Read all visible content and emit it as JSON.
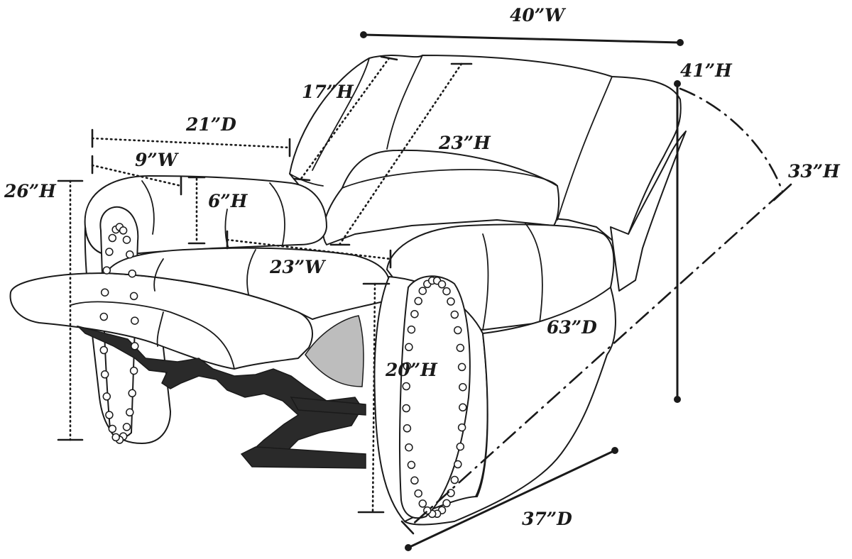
{
  "diagram": {
    "subject": "recliner-chair",
    "dimensions": [
      {
        "key": "overall_width",
        "text": "40”W"
      },
      {
        "key": "overall_height",
        "text": "41”H"
      },
      {
        "key": "reclined_height",
        "text": "33”H"
      },
      {
        "key": "reclined_depth",
        "text": "63”D"
      },
      {
        "key": "overall_depth",
        "text": "37”D"
      },
      {
        "key": "headrest_height",
        "text": "17”H"
      },
      {
        "key": "seat_back_height",
        "text": "23”H"
      },
      {
        "key": "arm_depth",
        "text": "21”D"
      },
      {
        "key": "arm_width",
        "text": "9”W"
      },
      {
        "key": "arm_height",
        "text": "6”H"
      },
      {
        "key": "arm_floor_height",
        "text": "26”H"
      },
      {
        "key": "seat_width",
        "text": "23”W"
      },
      {
        "key": "seat_height",
        "text": "20”H"
      }
    ]
  }
}
